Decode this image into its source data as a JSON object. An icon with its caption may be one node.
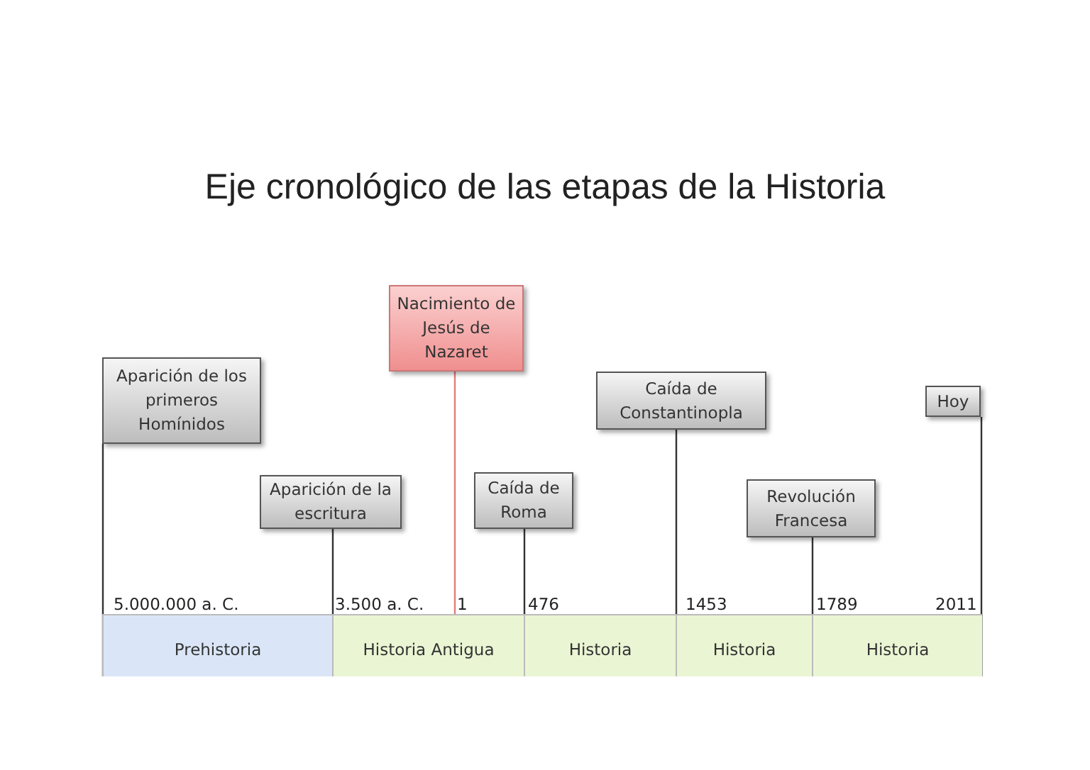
{
  "diagram": {
    "title": "Eje cronológico de las etapas de la Historia",
    "nodes": [
      {
        "text": [
          "Aparición de los primeros Homínidos"
        ]
      },
      {
        "text": [
          "Nacimiento de Jesús de Nazaret"
        ]
      },
      {
        "text": [
          "Aparición de la escritura"
        ]
      },
      {
        "text": [
          "Caída de Roma"
        ]
      },
      {
        "text": [
          "Caída de Constantinopla"
        ]
      },
      {
        "text": [
          "Revolución Francesa"
        ]
      },
      {
        "text": [
          "Hoy"
        ]
      },
      {
        "text": [
          "Prehistoria"
        ]
      },
      {
        "text": [
          "Historia Antigua"
        ]
      },
      {
        "text": [
          "Historia"
        ]
      },
      {
        "text": [
          "Historia"
        ]
      },
      {
        "text": [
          "Historia"
        ]
      }
    ],
    "edges": [
      {
        "from": 0,
        "to": 7,
        "arrow": "none"
      },
      {
        "from": 2,
        "to": 8,
        "arrow": "none"
      },
      {
        "from": 1,
        "to": 8,
        "arrow": "none",
        "color": "#e07c7c"
      },
      {
        "from": 3,
        "to": 9,
        "arrow": "none"
      },
      {
        "from": 4,
        "to": 10,
        "arrow": "none"
      },
      {
        "from": 5,
        "to": 11,
        "arrow": "none"
      },
      {
        "from": 6,
        "to": 11,
        "arrow": "none"
      }
    ],
    "labels": [
      "5.000.000 a. C.",
      "3.500 a. C.",
      "1",
      "476",
      "1453",
      "1789",
      "2011"
    ]
  }
}
